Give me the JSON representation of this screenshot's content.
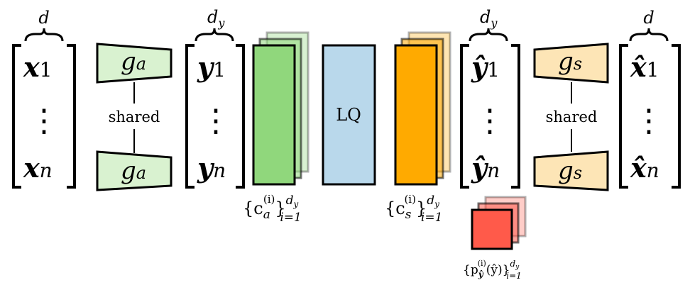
{
  "input_vector": {
    "dim": "d",
    "first": "x",
    "first_sub": "1",
    "last": "x",
    "last_sub": "n",
    "dots": "⋮"
  },
  "analysis": {
    "top_label": "g",
    "top_sub": "a",
    "bottom_label": "g",
    "bottom_sub": "a",
    "shared": "shared",
    "color": "#d9f2d0"
  },
  "latent_vector": {
    "dim": "d",
    "dim_sub": "y",
    "first": "y",
    "first_sub": "1",
    "last": "y",
    "last_sub": "n",
    "dots": "⋮"
  },
  "analysis_codebooks": {
    "label_main": "{c",
    "label_sub": "a",
    "label_sup": "(i)",
    "label_close": "}",
    "range_sup": "d",
    "range_sup_sub": "y",
    "range_sub": "i=1",
    "color": "#90d77c"
  },
  "quantizer": {
    "label": "LQ",
    "color": "#b9d8eb"
  },
  "synthesis_codebooks": {
    "label_main": "{c",
    "label_sub": "s",
    "label_sup": "(i)",
    "label_close": "}",
    "range_sup": "d",
    "range_sup_sub": "y",
    "range_sub": "i=1",
    "color": "#ffaa00"
  },
  "probability_models": {
    "label_main": "{p",
    "label_sub": "ŷ",
    "label_sup": "(i)",
    "label_arg": "(ŷ)}",
    "range_sup": "d",
    "range_sup_sub": "y",
    "range_sub": "i=1",
    "color": "#ff5a4a"
  },
  "reconstructed_latent": {
    "dim": "d",
    "dim_sub": "y",
    "first": "ŷ",
    "first_sub": "1",
    "last": "ŷ",
    "last_sub": "n",
    "dots": "⋮"
  },
  "synthesis": {
    "top_label": "g",
    "top_sub": "s",
    "bottom_label": "g",
    "bottom_sub": "s",
    "shared": "shared",
    "color": "#fde5b6"
  },
  "output_vector": {
    "dim": "d",
    "first": "x̂",
    "first_sub": "1",
    "last": "x̂",
    "last_sub": "n",
    "dots": "⋮"
  }
}
